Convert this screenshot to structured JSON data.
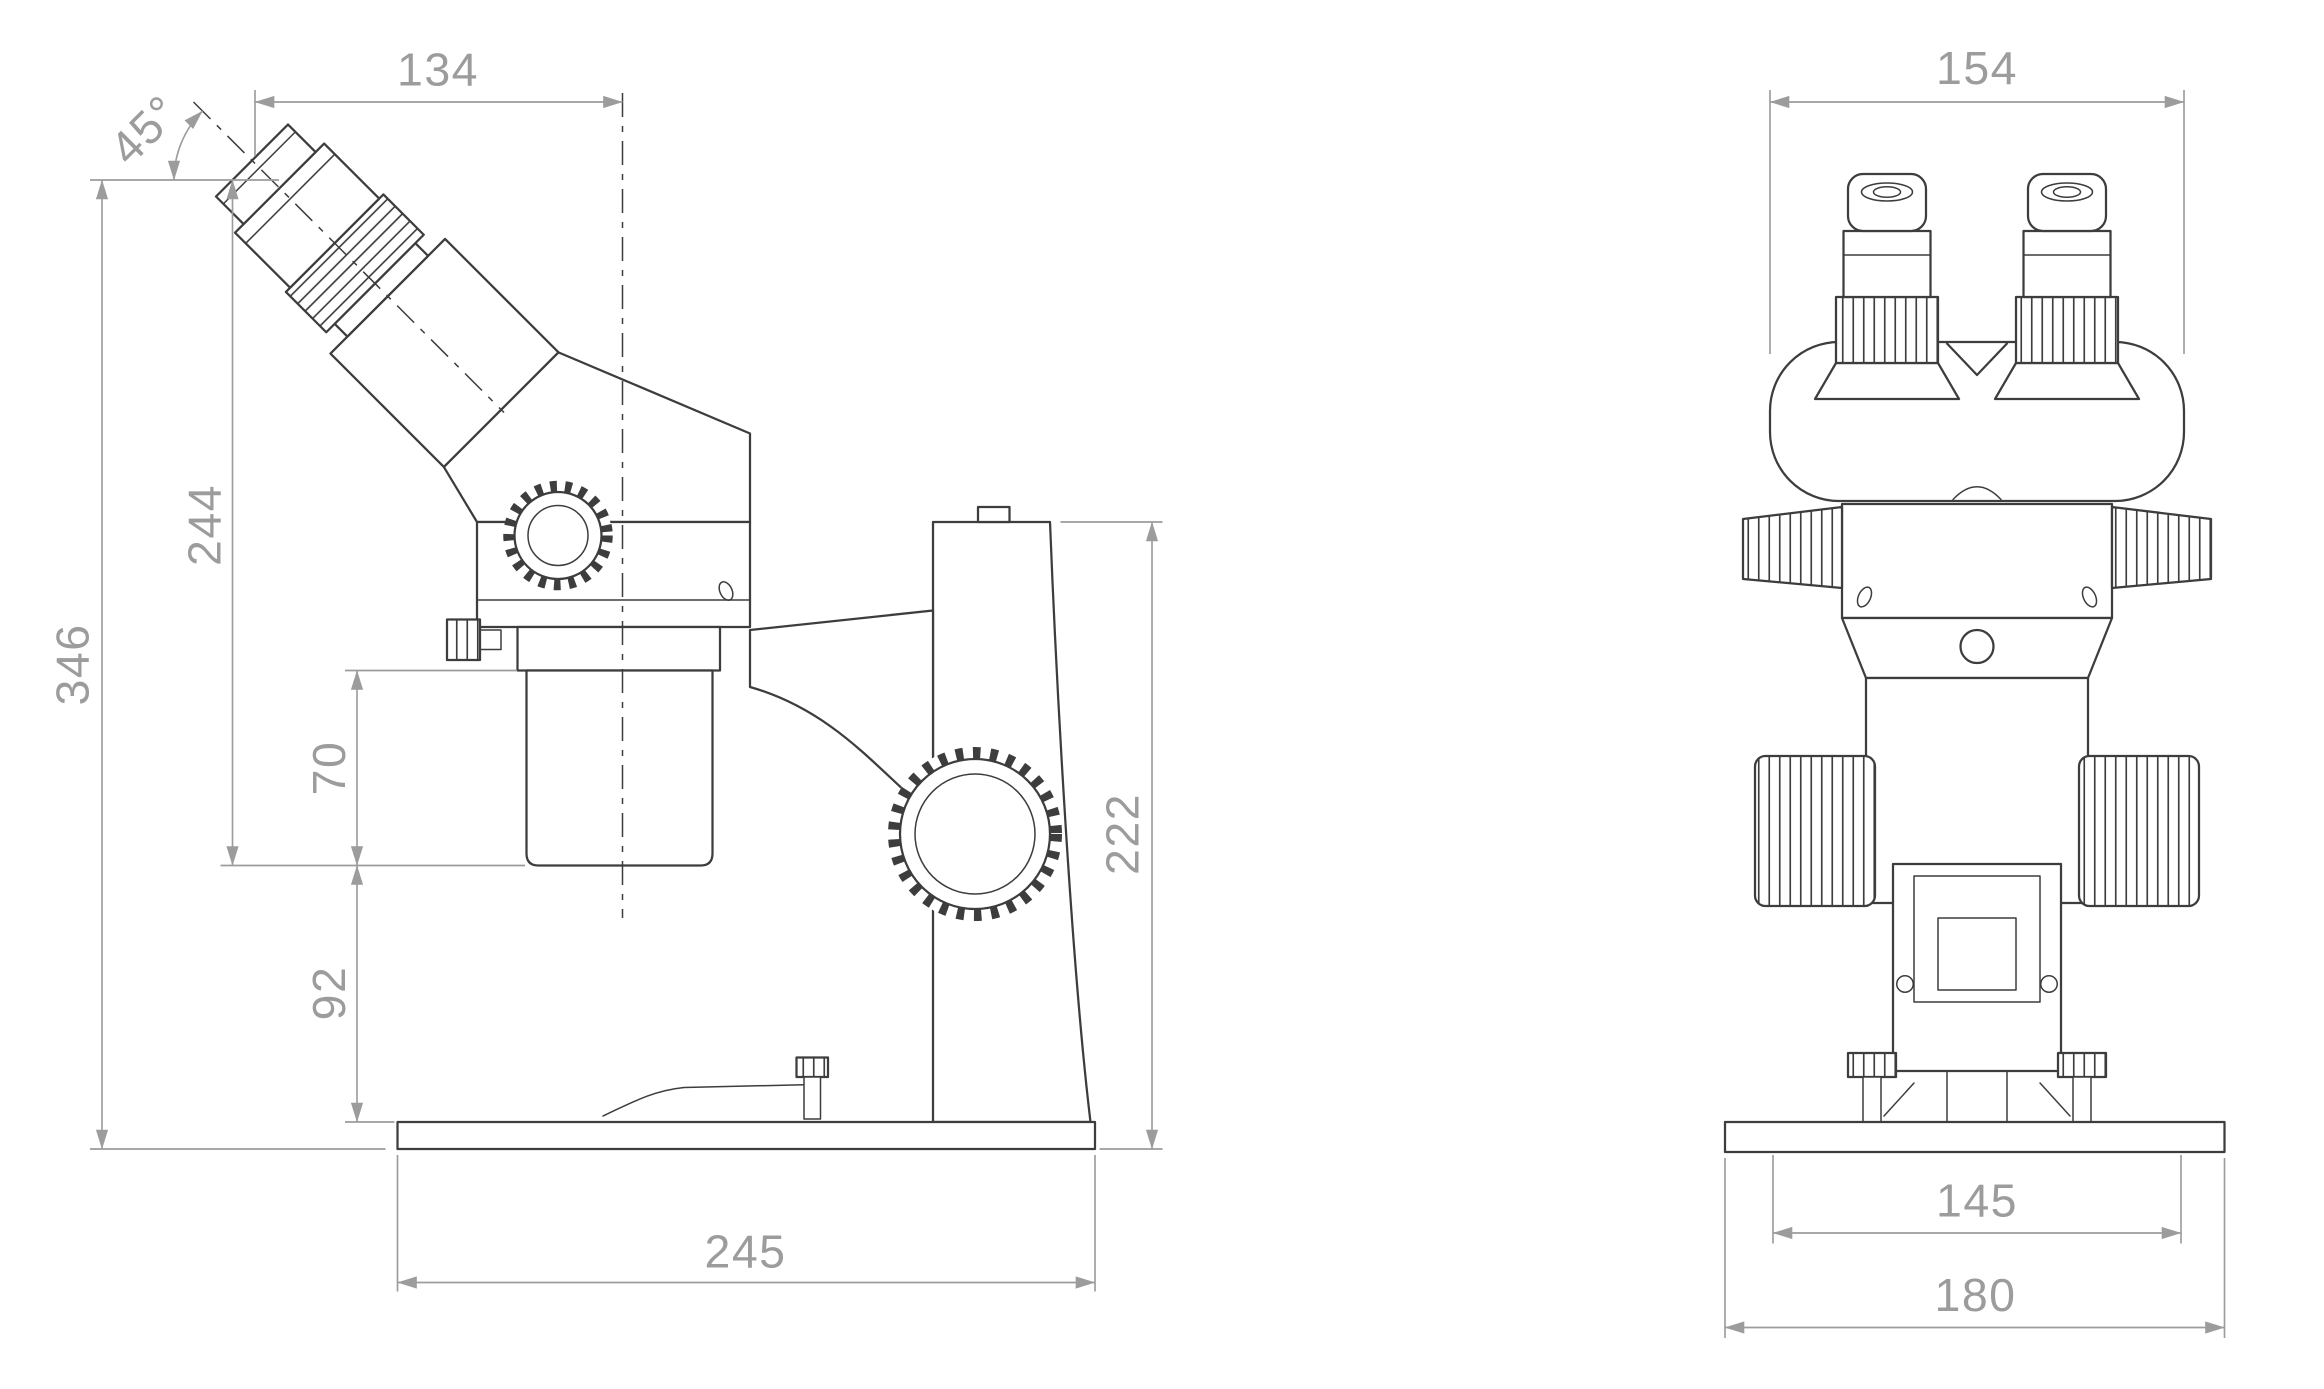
{
  "colors": {
    "outline": "#3d3d3d",
    "dimension": "#9c9c9c",
    "background": "#ffffff"
  },
  "side_view": {
    "head_width": "134",
    "eyepiece_angle": "45°",
    "eyepiece_height": "244",
    "total_height": "346",
    "focus_range": "70",
    "base_clearance": "92",
    "base_depth": "245",
    "arm_height": "222"
  },
  "front_view": {
    "head_width": "154",
    "stand_width": "145",
    "base_width": "180"
  }
}
